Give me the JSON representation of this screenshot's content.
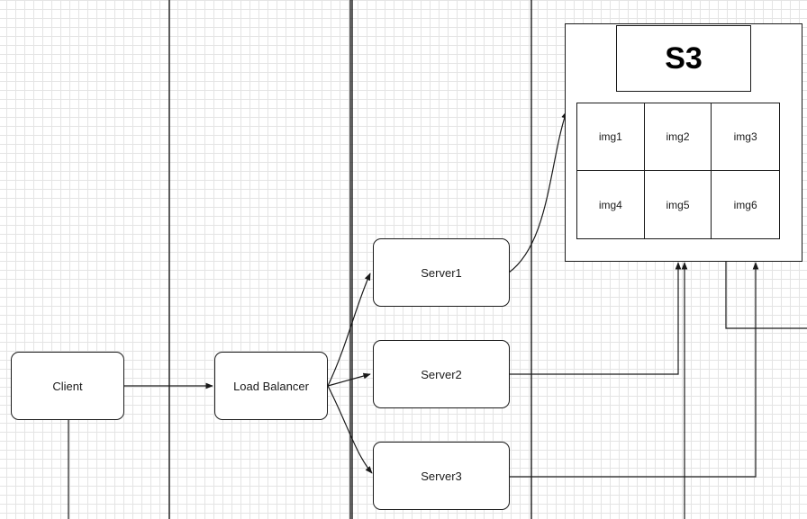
{
  "nodes": {
    "client": "Client",
    "load_balancer": "Load Balancer",
    "server1": "Server1",
    "server2": "Server2",
    "server3": "Server3"
  },
  "s3": {
    "title": "S3",
    "images": [
      "img1",
      "img2",
      "img3",
      "img4",
      "img5",
      "img6"
    ]
  },
  "colors": {
    "line": "#1a1a1a",
    "grid": "#e4e4e4",
    "background": "#ffffff"
  }
}
